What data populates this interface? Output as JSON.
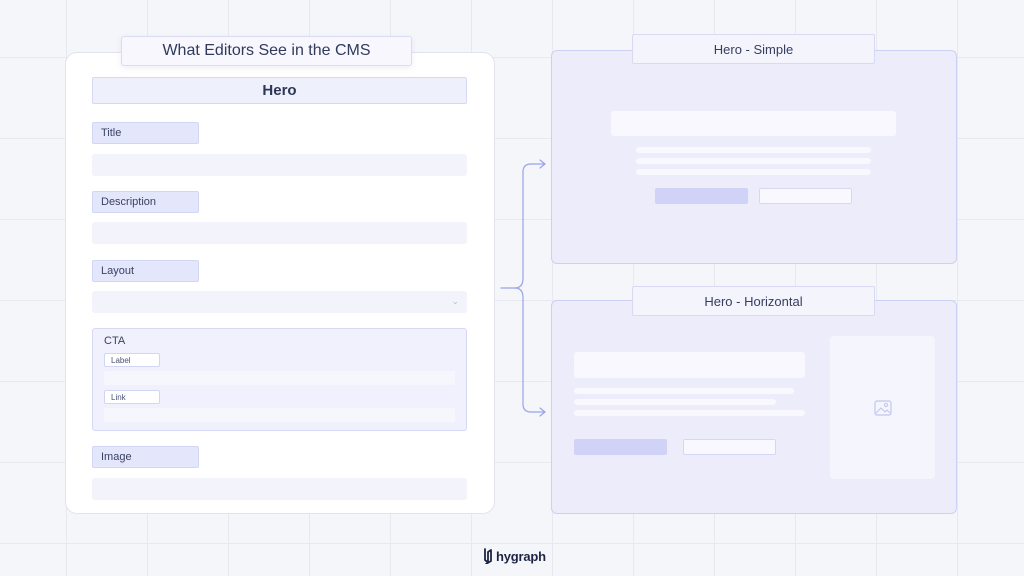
{
  "cms": {
    "title": "What Editors See in the CMS",
    "component": "Hero",
    "fields": {
      "title": "Title",
      "description": "Description",
      "layout": "Layout",
      "cta": "CTA",
      "cta_label": "Label",
      "cta_link": "Link",
      "image": "Image"
    }
  },
  "previews": {
    "simple": {
      "title": "Hero - Simple"
    },
    "horizontal": {
      "title": "Hero - Horizontal"
    }
  },
  "logo": {
    "text": "hygraph"
  },
  "colors": {
    "accent": "#9aa2ea",
    "panel_fill": "#ececfb",
    "label_fill": "#e4e6fb"
  },
  "icons": [
    "chevron-down-icon",
    "image-icon",
    "hygraph-logo-icon"
  ]
}
